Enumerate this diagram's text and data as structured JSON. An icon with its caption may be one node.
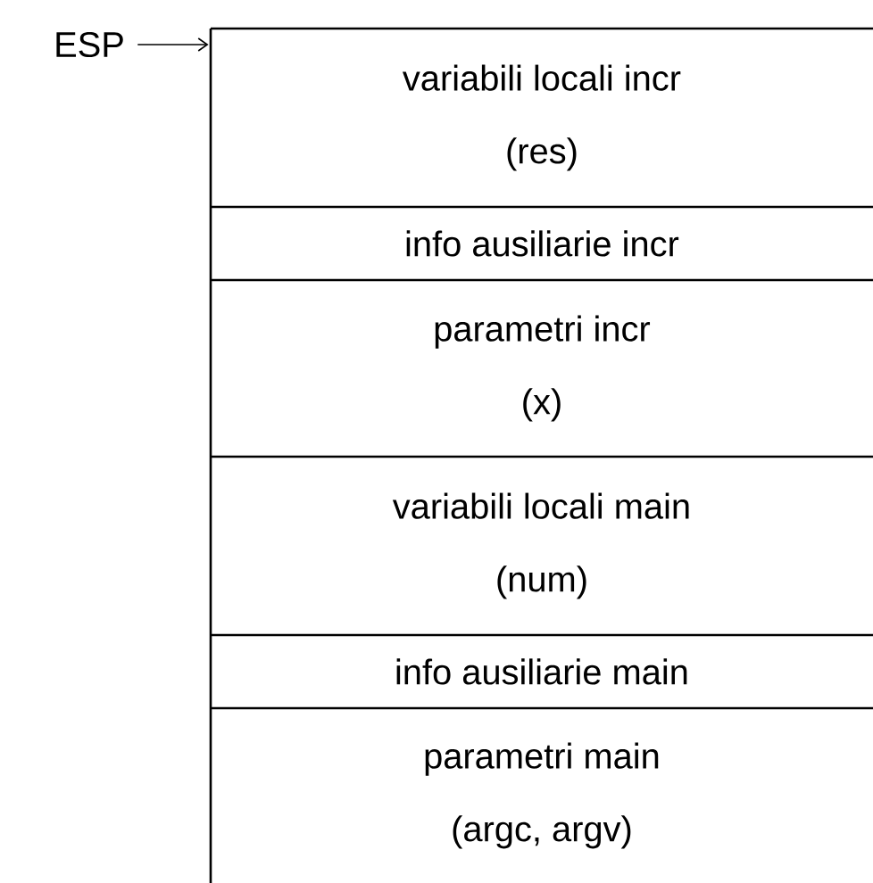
{
  "diagram": {
    "nodes": [
      {
        "text": [
          "ESP"
        ]
      },
      {
        "text": [
          "variabili locali incr",
          "(res)"
        ]
      },
      {
        "text": [
          "info ausiliarie incr"
        ]
      },
      {
        "text": [
          "parametri incr",
          "(x)"
        ]
      },
      {
        "text": [
          "variabili locali main",
          "(num)"
        ]
      },
      {
        "text": [
          "info ausiliarie main"
        ]
      },
      {
        "text": [
          "parametri main",
          "(argc, argv)"
        ]
      }
    ],
    "edges": [
      {
        "from": 0,
        "to": 1,
        "arrow": "to"
      }
    ]
  }
}
